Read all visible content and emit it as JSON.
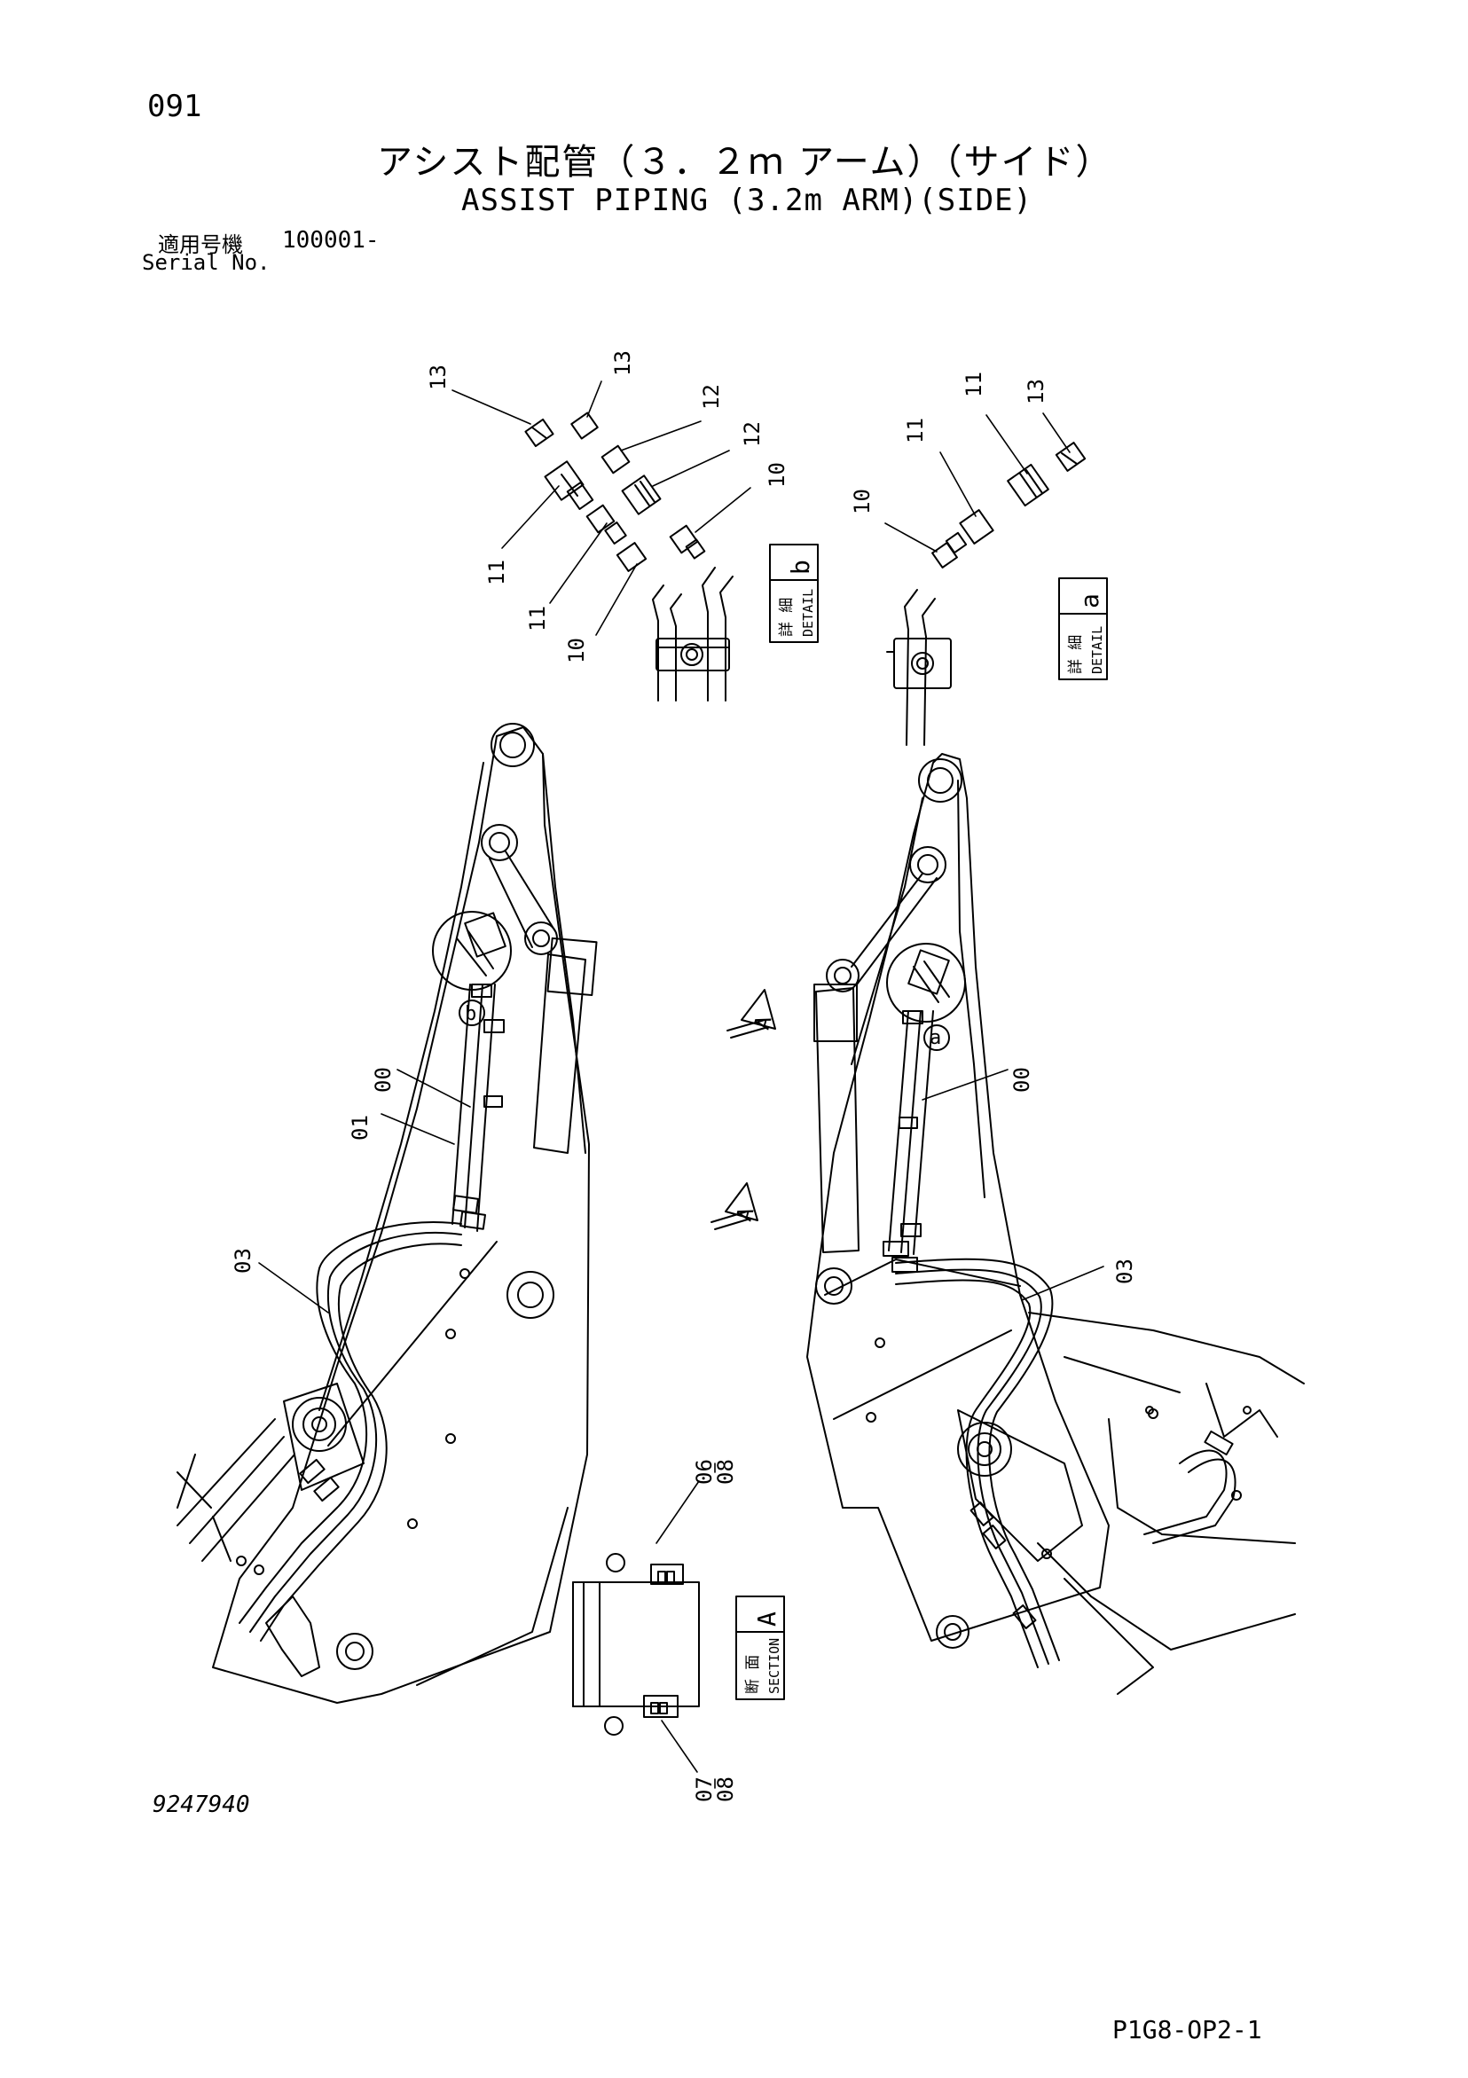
{
  "page": {
    "number": "091",
    "title_jp": "アシスト配管（３．２ｍ アーム）（サイド）",
    "title_en": "ASSIST PIPING (3.2m ARM)(SIDE)",
    "serial_label_jp": "適用号機",
    "serial_value": "100001-",
    "serial_label_en": "Serial No.",
    "drawing_number": "9247940",
    "page_code": "P1G8-OP2-1"
  },
  "callouts": {
    "detail_b": [
      "13",
      "13",
      "12",
      "12",
      "10",
      "11",
      "11",
      "10"
    ],
    "detail_a": [
      "11",
      "13",
      "11",
      "10"
    ],
    "left_arm": [
      "00",
      "01",
      "03"
    ],
    "right_arm": [
      "00",
      "03"
    ],
    "section_a": [
      "06",
      "08",
      "07",
      "08"
    ]
  },
  "tags": {
    "detail_b": {
      "jp": "詳 細",
      "en": "DETAIL",
      "letter": "b"
    },
    "detail_a": {
      "jp": "詳 細",
      "en": "DETAIL",
      "letter": "a"
    },
    "section_a": {
      "jp": "断 面",
      "en": "SECTION",
      "letter": "A"
    }
  },
  "markers": {
    "view_arrow_1": "A",
    "view_arrow_2": "A",
    "circle_b": "b",
    "circle_a": "a"
  }
}
